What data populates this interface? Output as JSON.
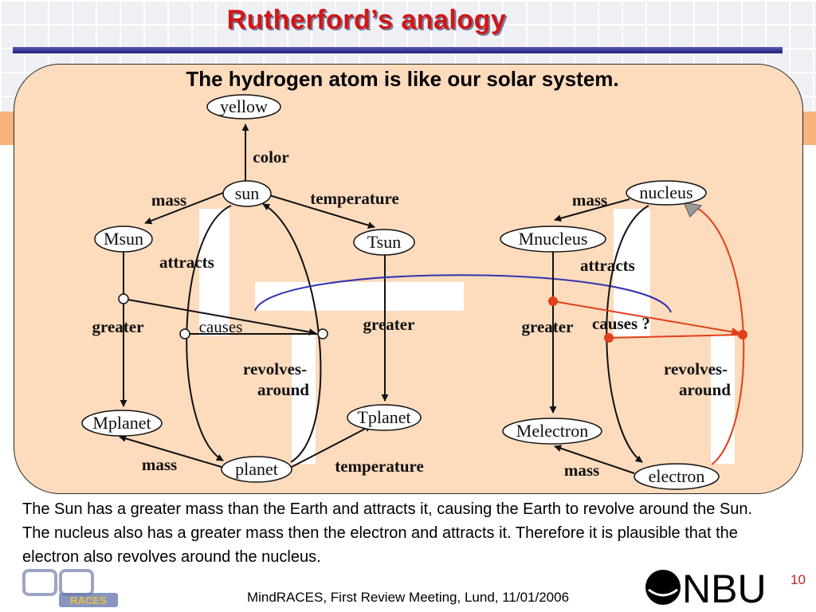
{
  "slide": {
    "title": "Rutherford’s analogy",
    "subtitle": "The hydrogen atom is like our solar system.",
    "caption_line1": "The Sun has a greater mass than the Earth and attracts it, causing the Earth to revolve around the Sun.",
    "caption_line2": "The nucleus also has a greater mass then the electron and attracts it. Therefore it is plausible that the electron also revolves around the nucleus.",
    "footer": "MindRACES, First Review Meeting, Lund, 11/01/2006",
    "page_number": "10",
    "left_logo_text": "RACES",
    "right_logo_text": "NBU"
  },
  "solar": {
    "nodes": {
      "yellow": "yellow",
      "sun": "sun",
      "msun": "Msun",
      "tsun": "Tsun",
      "mplanet": "Mplanet",
      "planet": "planet",
      "tplanet": "Tplanet"
    },
    "relations": {
      "color": "color",
      "mass_top": "mass",
      "temperature_top": "temperature",
      "attracts_bold": "attra",
      "attracts_rest": "cts",
      "greater_left": "greater",
      "causes": "causes",
      "greater_right": "greater",
      "revolves_bold": "revol",
      "revolves_rest": "ves-",
      "around_bold": "aro",
      "around_rest": "und",
      "mass_bottom": "mass",
      "temperature_bottom": "temperature"
    }
  },
  "atom": {
    "nodes": {
      "nucleus": "nucleus",
      "mnucleus": "Mnucleus",
      "melectron": "Melectron",
      "electron": "electron"
    },
    "relations": {
      "mass_top": "mass",
      "attracts_bold": "attra",
      "attracts_rest": "cts",
      "greater": "greater",
      "causes_bold": "ca",
      "causes_rest": "uses ?",
      "revolves_bold": "revol",
      "revolves_rest": "ves-",
      "around_bold": "aro",
      "around_rest": "und",
      "mass_bottom": "mass"
    }
  },
  "colors": {
    "title_red": "#d01616",
    "box_fill": "#fddbbd",
    "mapping_blue": "#3434b0",
    "inference_red": "#e0401a"
  }
}
